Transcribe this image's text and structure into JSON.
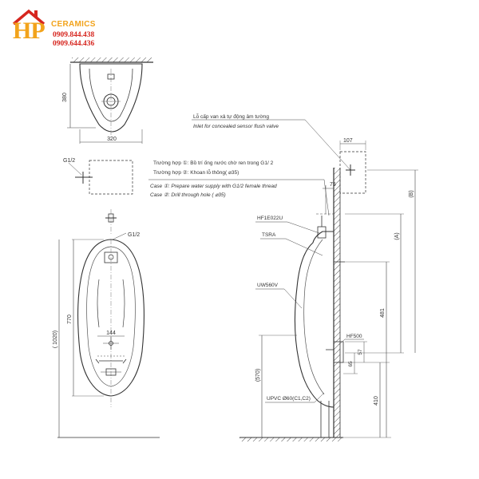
{
  "logo": {
    "mark": "HP",
    "brand": "CERAMICS",
    "phone1": "0909.844.438",
    "phone2": "0909.644.436",
    "icon": "house-roof-icon",
    "colors": {
      "brand": "#f2a31b",
      "phone": "#d6261f"
    }
  },
  "drawing": {
    "top_view": {
      "width": "320",
      "depth": "380"
    },
    "pipe_label": "G1/2",
    "front_view": {
      "connection": "G1/2",
      "height_770": "770",
      "height_1020": "( 1020)",
      "spacing_144": "144"
    },
    "side_view": {
      "notes": {
        "sensor_vi": "Lỗ cấp van xả tự động âm tường",
        "sensor_en": "Inlet for concealed sensor flush valve",
        "case1_vi": "Trường hợp ①: Bồ trí ống nước chờ ren trong G1/ 2",
        "case2_vi": "Trường hợp ②: Khoan lỗ thông( ⌀35)",
        "case1_en": "Case ①: Prepare water supply with G1/2 female thread",
        "case2_en": "Case ②: Drill through hole ( ⌀35)"
      },
      "parts": {
        "flush": "HF1E022U",
        "spud": "TSRA",
        "urinal": "UW560V",
        "trap": "HF500",
        "drain": "UPVC Ø60(C1,C2)"
      },
      "dimensions": {
        "d107": "107",
        "d75": "75",
        "dA": "(A)",
        "dB": "(B)",
        "d481": "481",
        "d57": "57",
        "d65": "65",
        "d570": "(570)",
        "d410": "410"
      }
    }
  }
}
